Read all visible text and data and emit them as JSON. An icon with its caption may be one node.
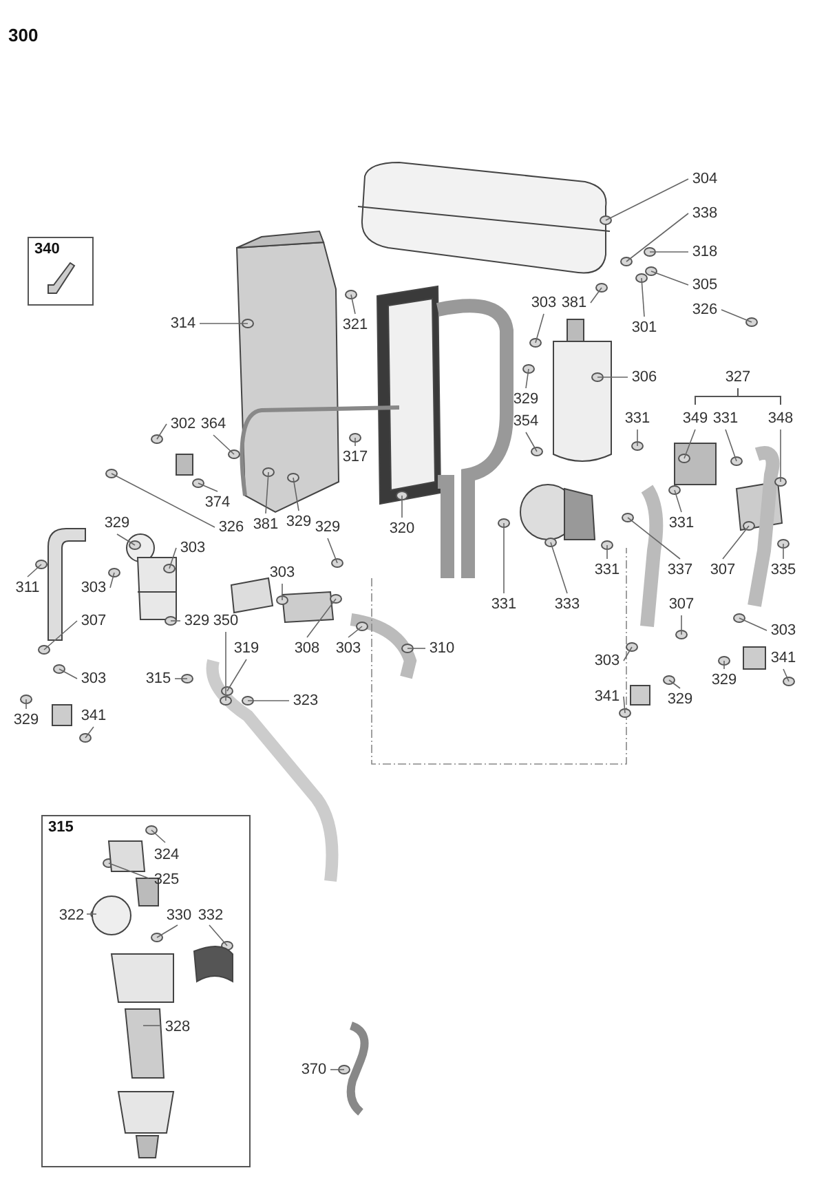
{
  "diagram": {
    "title": "300",
    "nodes": [
      {
        "text": [
          "340"
        ]
      },
      {
        "text": [
          "304"
        ]
      },
      {
        "text": [
          "338"
        ]
      },
      {
        "text": [
          "318"
        ]
      },
      {
        "text": [
          "305"
        ]
      },
      {
        "text": [
          "303"
        ]
      },
      {
        "text": [
          "381"
        ]
      },
      {
        "text": [
          "326"
        ]
      },
      {
        "text": [
          "314"
        ]
      },
      {
        "text": [
          "321"
        ]
      },
      {
        "text": [
          "301"
        ]
      },
      {
        "text": [
          "306"
        ]
      },
      {
        "text": [
          "329"
        ]
      },
      {
        "text": [
          "331"
        ]
      },
      {
        "text": [
          "349"
        ]
      },
      {
        "text": [
          "331"
        ]
      },
      {
        "text": [
          "348"
        ]
      },
      {
        "text": [
          "354"
        ]
      },
      {
        "text": [
          "302"
        ]
      },
      {
        "text": [
          "364"
        ]
      },
      {
        "text": [
          "317"
        ]
      },
      {
        "text": [
          "374"
        ]
      },
      {
        "text": [
          "331"
        ]
      },
      {
        "text": [
          "329"
        ]
      },
      {
        "text": [
          "326"
        ]
      },
      {
        "text": [
          "381"
        ]
      },
      {
        "text": [
          "329"
        ]
      },
      {
        "text": [
          "329"
        ]
      },
      {
        "text": [
          "320"
        ]
      },
      {
        "text": [
          "303"
        ]
      },
      {
        "text": [
          "303"
        ]
      },
      {
        "text": [
          "331"
        ]
      },
      {
        "text": [
          "337"
        ]
      },
      {
        "text": [
          "307"
        ]
      },
      {
        "text": [
          "335"
        ]
      },
      {
        "text": [
          "311"
        ]
      },
      {
        "text": [
          "303"
        ]
      },
      {
        "text": [
          "331"
        ]
      },
      {
        "text": [
          "333"
        ]
      },
      {
        "text": [
          "307"
        ]
      },
      {
        "text": [
          "307"
        ]
      },
      {
        "text": [
          "329"
        ]
      },
      {
        "text": [
          "350"
        ]
      },
      {
        "text": [
          "303"
        ]
      },
      {
        "text": [
          "319"
        ]
      },
      {
        "text": [
          "308"
        ]
      },
      {
        "text": [
          "303"
        ]
      },
      {
        "text": [
          "310"
        ]
      },
      {
        "text": [
          "341"
        ]
      },
      {
        "text": [
          "303"
        ]
      },
      {
        "text": [
          "303"
        ]
      },
      {
        "text": [
          "315"
        ]
      },
      {
        "text": [
          "329"
        ]
      },
      {
        "text": [
          "341"
        ]
      },
      {
        "text": [
          "329"
        ]
      },
      {
        "text": [
          "323"
        ]
      },
      {
        "text": [
          "329"
        ]
      },
      {
        "text": [
          "341"
        ]
      },
      {
        "text": [
          "315"
        ]
      },
      {
        "text": [
          "324"
        ],
        "in": 58
      },
      {
        "text": [
          "325"
        ],
        "in": 58
      },
      {
        "text": [
          "322"
        ],
        "in": 58
      },
      {
        "text": [
          "330"
        ],
        "in": 58
      },
      {
        "text": [
          "332"
        ],
        "in": 58
      },
      {
        "text": [
          "328"
        ],
        "in": 58
      },
      {
        "text": [
          "370"
        ]
      }
    ],
    "edges": [
      {
        "from": 1,
        "to": null,
        "arrow": "none"
      },
      {
        "from": 2,
        "to": null,
        "arrow": "none"
      },
      {
        "from": 3,
        "to": null,
        "arrow": "none"
      },
      {
        "from": 4,
        "to": null,
        "arrow": "none"
      },
      {
        "from": 5,
        "to": null,
        "arrow": "none"
      },
      {
        "from": 6,
        "to": null,
        "arrow": "none"
      },
      {
        "from": 7,
        "to": null,
        "arrow": "none"
      },
      {
        "from": 8,
        "to": null,
        "arrow": "none"
      },
      {
        "from": 9,
        "to": null,
        "arrow": "none"
      },
      {
        "from": 10,
        "to": null,
        "arrow": "none"
      },
      {
        "from": 11,
        "to": null,
        "arrow": "none"
      },
      {
        "from": 12,
        "to": null,
        "arrow": "none"
      },
      {
        "from": 13,
        "to": null,
        "arrow": "none"
      },
      {
        "from": 14,
        "to": null,
        "arrow": "none"
      },
      {
        "from": 15,
        "to": null,
        "arrow": "none"
      },
      {
        "from": 16,
        "to": null,
        "arrow": "none"
      },
      {
        "from": 17,
        "to": null,
        "arrow": "none"
      },
      {
        "from": 18,
        "to": null,
        "arrow": "none"
      },
      {
        "from": 19,
        "to": null,
        "arrow": "none"
      },
      {
        "from": 20,
        "to": null,
        "arrow": "none"
      },
      {
        "from": 21,
        "to": null,
        "arrow": "none"
      },
      {
        "from": 22,
        "to": null,
        "arrow": "none"
      },
      {
        "from": 23,
        "to": null,
        "arrow": "none"
      },
      {
        "from": 24,
        "to": null,
        "arrow": "none"
      },
      {
        "from": 25,
        "to": null,
        "arrow": "none"
      },
      {
        "from": 26,
        "to": null,
        "arrow": "none"
      },
      {
        "from": 27,
        "to": null,
        "arrow": "none"
      },
      {
        "from": 28,
        "to": null,
        "arrow": "none"
      },
      {
        "from": 29,
        "to": null,
        "arrow": "none"
      },
      {
        "from": 30,
        "to": null,
        "arrow": "none"
      },
      {
        "from": 31,
        "to": null,
        "arrow": "none"
      },
      {
        "from": 32,
        "to": null,
        "arrow": "none"
      },
      {
        "from": 33,
        "to": null,
        "arrow": "none"
      },
      {
        "from": 34,
        "to": null,
        "arrow": "none"
      },
      {
        "from": 35,
        "to": null,
        "arrow": "none"
      },
      {
        "from": 36,
        "to": null,
        "arrow": "none"
      },
      {
        "from": 37,
        "to": null,
        "arrow": "none"
      },
      {
        "from": 38,
        "to": null,
        "arrow": "none"
      },
      {
        "from": 39,
        "to": null,
        "arrow": "none"
      },
      {
        "from": 40,
        "to": null,
        "arrow": "none"
      },
      {
        "from": 41,
        "to": null,
        "arrow": "none"
      },
      {
        "from": 42,
        "to": null,
        "arrow": "none"
      },
      {
        "from": 43,
        "to": null,
        "arrow": "none"
      },
      {
        "from": 44,
        "to": null,
        "arrow": "none"
      },
      {
        "from": 45,
        "to": null,
        "arrow": "none"
      },
      {
        "from": 46,
        "to": null,
        "arrow": "none"
      },
      {
        "from": 47,
        "to": null,
        "arrow": "none"
      },
      {
        "from": 48,
        "to": null,
        "arrow": "none"
      },
      {
        "from": 49,
        "to": null,
        "arrow": "none"
      },
      {
        "from": 50,
        "to": null,
        "arrow": "none"
      },
      {
        "from": 51,
        "to": null,
        "arrow": "none"
      },
      {
        "from": 52,
        "to": null,
        "arrow": "none"
      },
      {
        "from": 53,
        "to": null,
        "arrow": "none"
      },
      {
        "from": 54,
        "to": null,
        "arrow": "none"
      },
      {
        "from": 55,
        "to": null,
        "arrow": "none"
      },
      {
        "from": 56,
        "to": null,
        "arrow": "none"
      },
      {
        "from": 57,
        "to": null,
        "arrow": "none"
      },
      {
        "from": 59,
        "to": null,
        "arrow": "none"
      },
      {
        "from": 60,
        "to": null,
        "arrow": "none"
      },
      {
        "from": 61,
        "to": null,
        "arrow": "none"
      },
      {
        "from": 62,
        "to": null,
        "arrow": "none"
      },
      {
        "from": 63,
        "to": null,
        "arrow": "none"
      },
      {
        "from": 64,
        "to": null,
        "arrow": "none"
      },
      {
        "from": 65,
        "to": null,
        "arrow": "none"
      }
    ],
    "labels": [
      "327"
    ]
  }
}
